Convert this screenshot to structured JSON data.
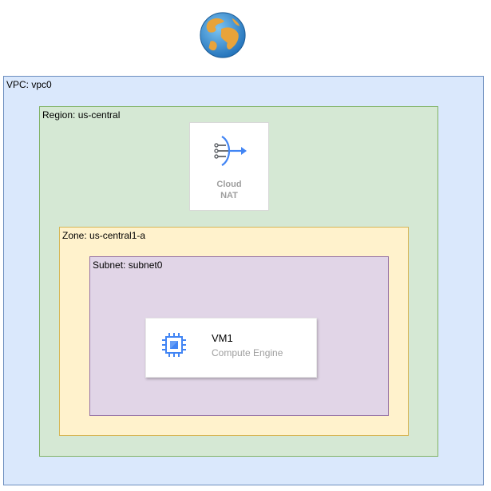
{
  "diagram": {
    "vpc_label": "VPC: vpc0",
    "region_label": "Region: us-central",
    "zone_label": "Zone: us-central1-a",
    "subnet_label": "Subnet: subnet0",
    "nat": {
      "line1": "Cloud",
      "line2": "NAT",
      "icon": "cloud-nat-icon"
    },
    "vm": {
      "title": "VM1",
      "subtitle": "Compute Engine",
      "icon": "compute-engine-icon"
    },
    "internet": {
      "icon": "globe-icon"
    },
    "colors": {
      "vpc_fill": "#dae8fc",
      "region_fill": "#d5e8d4",
      "zone_fill": "#fff2cc",
      "subnet_fill": "#e1d5e7",
      "gcp_blue": "#4285f4"
    }
  }
}
